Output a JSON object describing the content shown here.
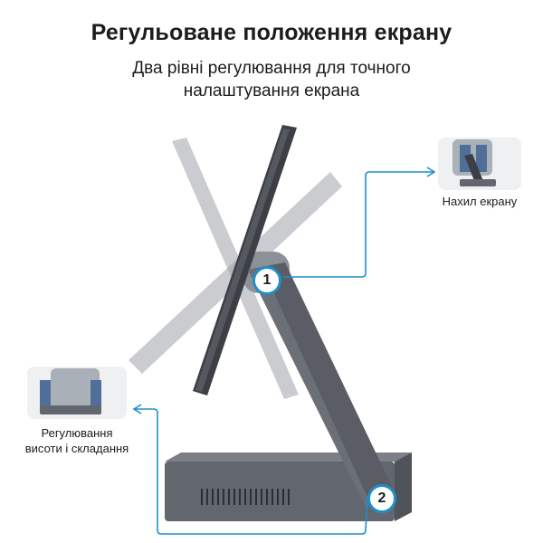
{
  "header": {
    "title": "Регульоване положення екрану",
    "subtitle_line1": "Два рівні регулювання для точного",
    "subtitle_line2": "налаштування екрана"
  },
  "callouts": {
    "tilt": {
      "number": "1",
      "label": "Нахил екрану"
    },
    "height": {
      "number": "2",
      "label_line1": "Регулювання",
      "label_line2": "висоти і складання"
    }
  },
  "colors": {
    "accent": "#1f8fc9",
    "device_dark": "#4a4d55",
    "device_base": "#62666e",
    "ghost_screen": "#a9adb4"
  }
}
